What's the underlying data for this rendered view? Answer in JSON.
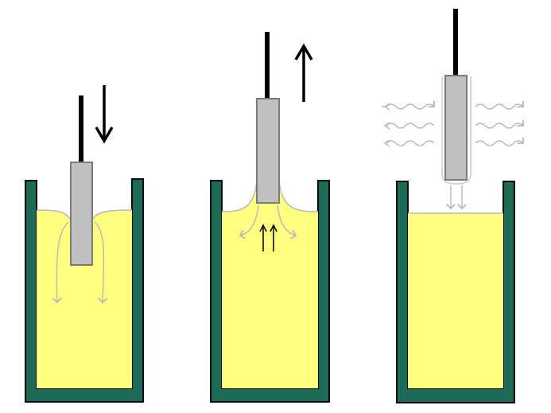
{
  "diagram": {
    "panels": [
      {
        "id": "dip",
        "label": "",
        "motion": "down"
      },
      {
        "id": "withdraw",
        "label": "",
        "motion": "up"
      },
      {
        "id": "evaporate",
        "label": "",
        "motion": "none"
      }
    ],
    "colors": {
      "liquid": "#ffff80",
      "liquid_light": "#ffffb0",
      "container": "#1d6b57",
      "container_outline": "#0a0a0a",
      "substrate": "#c0c0c0",
      "substrate_outline": "#7a7a7a",
      "rod": "#000000",
      "flow_lines": "#b8b8b8",
      "arrow": "#000000"
    },
    "icons": [
      "down-arrow-icon",
      "up-arrow-icon",
      "evaporation-wave-icon",
      "flow-arrow-icon"
    ]
  }
}
